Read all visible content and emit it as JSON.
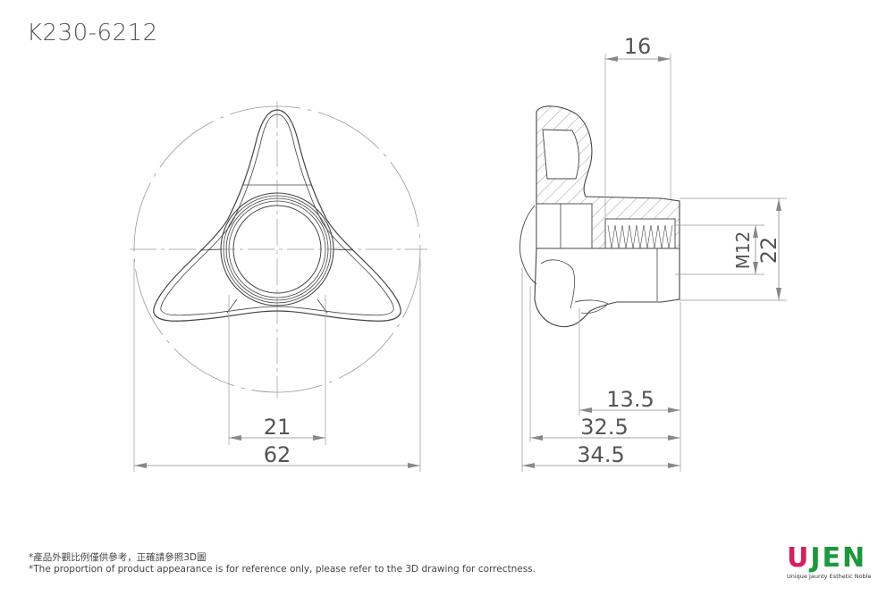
{
  "title": "K230-6212",
  "dimensions": {
    "front_view": {
      "inner_bore": "21",
      "outer_diameter": "62"
    },
    "side_view": {
      "top_length": "16",
      "thread": "M12",
      "boss_diameter": "22",
      "dim_a": "13.5",
      "dim_b": "32.5",
      "dim_c": "34.5"
    }
  },
  "notes": {
    "zh": "*產品外觀比例僅供參考，正確請參照3D圖",
    "en": "*The proportion of product appearance is for reference only, please refer to the 3D drawing for correctness."
  },
  "logo": {
    "first_letter": "U",
    "rest": "JEN",
    "tagline": "Unique Jaunty Esthetic Noble",
    "colors": {
      "u": "#d81e5b",
      "jen": "#1a9a3a"
    }
  }
}
